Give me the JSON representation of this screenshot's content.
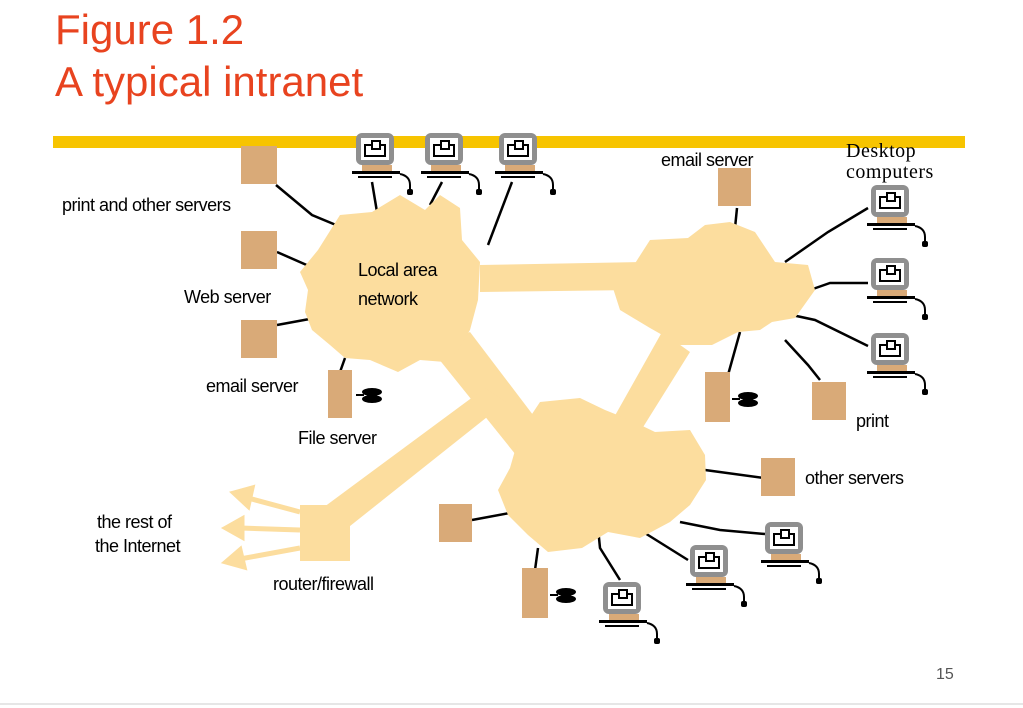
{
  "slide": {
    "title_line1": "Figure 1.2",
    "title_line2": "A typical intranet",
    "page_number": "15"
  },
  "labels": {
    "print_other_servers": "print  and other servers",
    "web_server": "Web server",
    "email_server_left": "email server",
    "file_server": "File server",
    "lan_line1": "Local area",
    "lan_line2": "network",
    "email_server_right": "email server",
    "desktop_line1": "Desktop",
    "desktop_line2": "computers",
    "print": "print",
    "other_servers": "other servers",
    "rest_line1": "the rest of",
    "rest_line2": "the Internet",
    "router": "router/firewall"
  },
  "colors": {
    "title": "#e8431f",
    "backbone": "#f7c400",
    "cloud": "#fcdd9e",
    "server_box": "#d9aa78",
    "line": "#000000"
  },
  "icons": [
    "computer-icon",
    "server-box-icon",
    "disk-icon",
    "arrow-icon"
  ]
}
